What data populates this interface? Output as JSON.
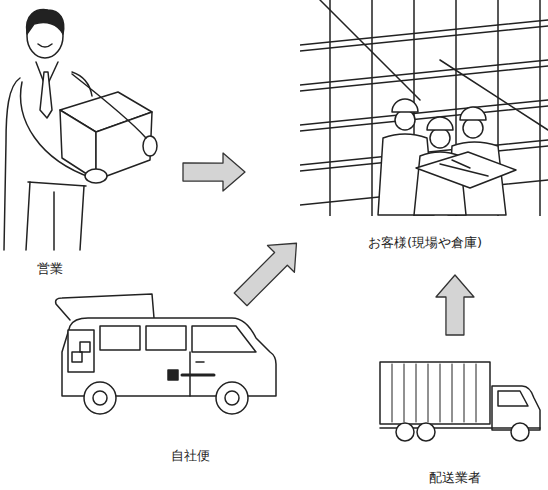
{
  "diagram": {
    "nodes": [
      {
        "text": [
          "営業"
        ]
      },
      {
        "text": [
          "お客様(現場や倉庫)"
        ]
      },
      {
        "text": [
          "自社便"
        ]
      },
      {
        "text": [
          "配送業者"
        ]
      }
    ],
    "edges": [
      {
        "from": 0,
        "to": 1,
        "arrow": "to"
      },
      {
        "from": 2,
        "to": 1,
        "arrow": "to"
      },
      {
        "from": 3,
        "to": 1,
        "arrow": "to"
      }
    ]
  }
}
